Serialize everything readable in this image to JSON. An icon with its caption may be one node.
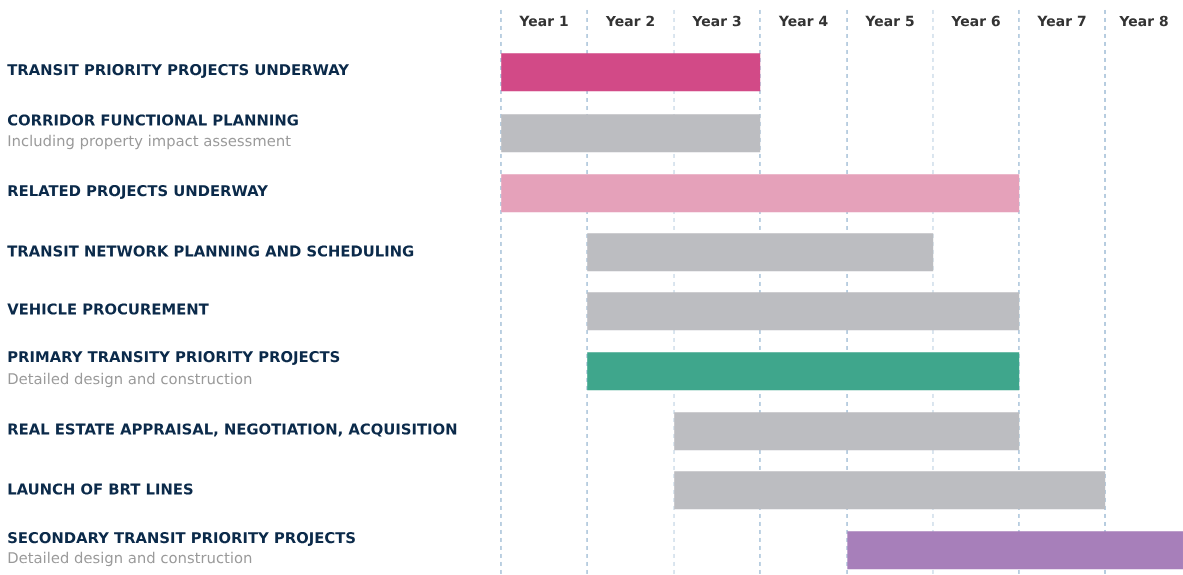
{
  "diagram": {
    "nodes": [
      {
        "text": [],
        "shape": "bar"
      },
      {
        "text": [],
        "shape": "bar"
      },
      {
        "text": [],
        "shape": "bar"
      },
      {
        "text": [],
        "shape": "bar"
      },
      {
        "text": [],
        "shape": "bar"
      },
      {
        "text": [],
        "shape": "bar"
      },
      {
        "text": [],
        "shape": "bar"
      },
      {
        "text": [],
        "shape": "bar"
      },
      {
        "text": [],
        "shape": "bar"
      }
    ],
    "labels": [
      "Year 1",
      "Year 2",
      "Year 3",
      "Year 4",
      "Year 5",
      "Year 6",
      "Year 7",
      "Year 8",
      "TRANSIT PRIORITY PROJECTS UNDERWAY",
      "CORRIDOR FUNCTIONAL PLANNING",
      "Including property impact assessment",
      "RELATED PROJECTS UNDERWAY",
      "TRANSIT NETWORK PLANNING AND SCHEDULING",
      "VEHICLE PROCUREMENT",
      "PRIMARY TRANSITY PRIORITY PROJECTS",
      "Detailed design and construction",
      "REAL ESTATE APPRAISAL, NEGOTIATION, ACQUISITION",
      "LAUNCH OF BRT LINES",
      "SECONDARY TRANSIT PRIORITY PROJECTS",
      "Detailed design and construction"
    ]
  }
}
